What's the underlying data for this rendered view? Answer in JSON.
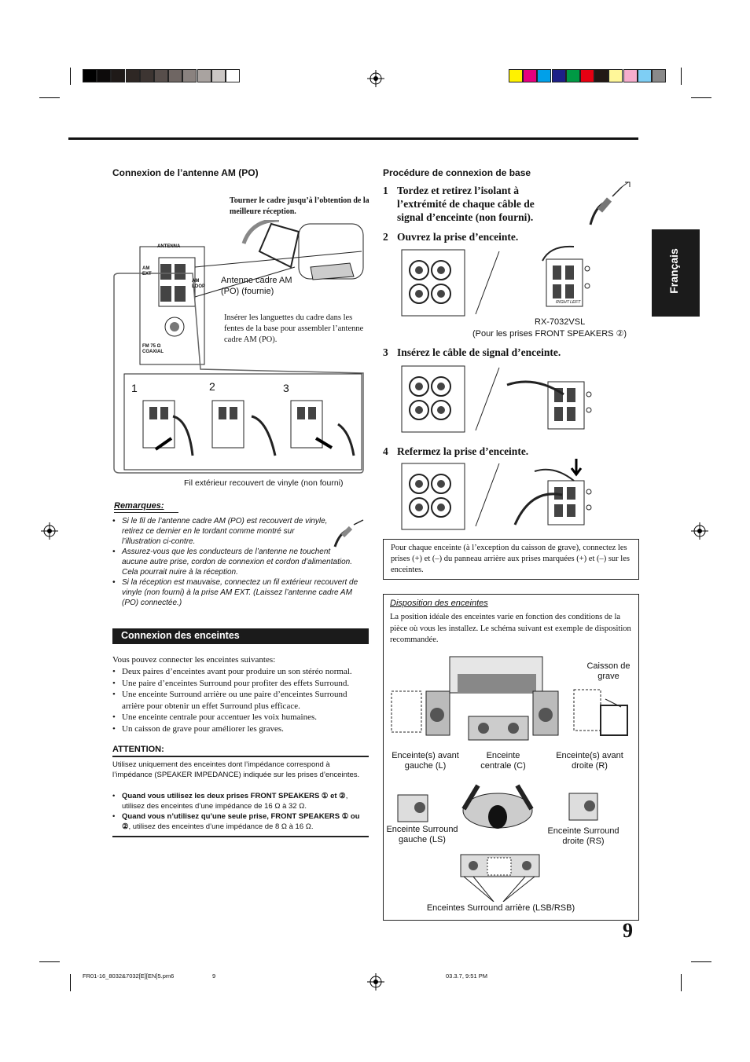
{
  "colors": {
    "left_bar": [
      "#000000",
      "#0d0b0b",
      "#1f1a18",
      "#2e2724",
      "#3d3532",
      "#574e4b",
      "#6f6663",
      "#8a827f",
      "#a9a3a0",
      "#cbc7c5",
      "#ffffff"
    ],
    "right_bar": [
      "#fff200",
      "#e6007e",
      "#00a0e9",
      "#1d2088",
      "#009944",
      "#e60012",
      "#231815",
      "#fff799",
      "#f6adcd",
      "#7ecef4",
      "#898989"
    ]
  },
  "side_tab": "Français",
  "page_number": "9",
  "antenna": {
    "heading": "Connexion de l’antenne AM (PO)",
    "turn_caption": "Tourner le cadre jusqu’à l’obtention de la meilleure réception.",
    "panel_antenna": "ANTENNA",
    "panel_am_ext": "AM EXT",
    "panel_am_loop": "AM LOOP",
    "panel_fm": "FM 75 Ω COAXIAL",
    "loop_label": "Antenne cadre AM (PO) (fournie)",
    "insert_caption": "Insérer les languettes du cadre dans les fentes de la base pour assembler l’antenne cadre AM (PO).",
    "steps": [
      "1",
      "2",
      "3"
    ],
    "wire_caption": "Fil extérieur recouvert de vinyle (non fourni)"
  },
  "remarks": {
    "title": "Remarques:",
    "items": [
      "Si le fil de l’antenne cadre AM (PO) est recouvert de vinyle, retirez ce dernier en le tordant comme montré sur l’illustration ci-contre.",
      "Assurez-vous que les conducteurs de l’antenne ne touchent aucune autre prise, cordon de connexion et cordon d’alimentation. Cela pourrait nuire à la réception.",
      "Si la réception est mauvaise, connectez un fil extérieur recouvert de vinyle (non fourni) à la prise AM EXT. (Laissez l’antenne cadre AM (PO) connectée.)"
    ]
  },
  "speakers": {
    "heading": "Connexion des enceintes",
    "intro": "Vous pouvez connecter les enceintes suivantes:",
    "items": [
      "Deux paires d’enceintes avant pour produire un son stéréo normal.",
      "Une paire d’enceintes Surround pour profiter des effets Surround.",
      "Une enceinte Surround arrière ou une paire d’enceintes Surround arrière pour obtenir un effet Surround plus efficace.",
      "Une enceinte centrale pour accentuer les voix humaines.",
      "Un caisson de grave pour améliorer les graves."
    ],
    "attention_title": "ATTENTION:",
    "attention_text": "Utilisez uniquement des enceintes dont l’impédance correspond à l’impédance (SPEAKER IMPEDANCE) indiquée sur les prises d’enceintes.",
    "att1_bold": "Quand vous utilisez les deux prises FRONT SPEAKERS ① et ②",
    "att1_rest": ", utilisez des enceintes d’une impédance de 16 Ω à 32 Ω.",
    "att2_bold": "Quand vous n’utilisez qu’une seule prise, FRONT SPEAKERS ① ou ②",
    "att2_rest": ", utilisez des enceintes d’une impédance de 8 Ω à 16 Ω."
  },
  "basic": {
    "heading": "Procédure de connexion de base",
    "step1_num": "1",
    "step1": "Tordez et retirez l’isolant à l’extrémité de chaque câble de signal d’enceinte (non fourni).",
    "step2_num": "2",
    "step2": "Ouvrez la prise d’enceinte.",
    "model": "RX-7032VSL",
    "model_note": "(Pour les prises FRONT SPEAKERS ②)",
    "step3_num": "3",
    "step3": "Insérez le câble de signal d’enceinte.",
    "step4_num": "4",
    "step4": "Refermez la prise d’enceinte.",
    "terminal_right": "RIGHT",
    "terminal_left": "LEFT",
    "note_box": "Pour chaque enceinte (à l’exception du caisson de grave), connectez les prises (+) et (–) du panneau arrière aux prises marquées (+) et (–) sur les enceintes."
  },
  "layout_box": {
    "title": "Disposition des enceintes",
    "text": "La position idéale des enceintes varie en fonction des conditions de la pièce où vous les installez. Le schéma suivant est exemple de disposition recommandée.",
    "subwoofer": "Caisson de grave",
    "front_left": "Enceinte(s) avant gauche (L)",
    "center": "Enceinte centrale (C)",
    "front_right": "Enceinte(s) avant droite (R)",
    "surround_left": "Enceinte Surround gauche (LS)",
    "surround_right": "Enceinte Surround droite (RS)",
    "surround_back": "Enceintes Surround arrière (LSB/RSB)"
  },
  "footer": {
    "file": "FR01-16_8032&7032[E][EN]5.pm6",
    "page": "9",
    "date": "03.3.7, 9:51 PM"
  }
}
